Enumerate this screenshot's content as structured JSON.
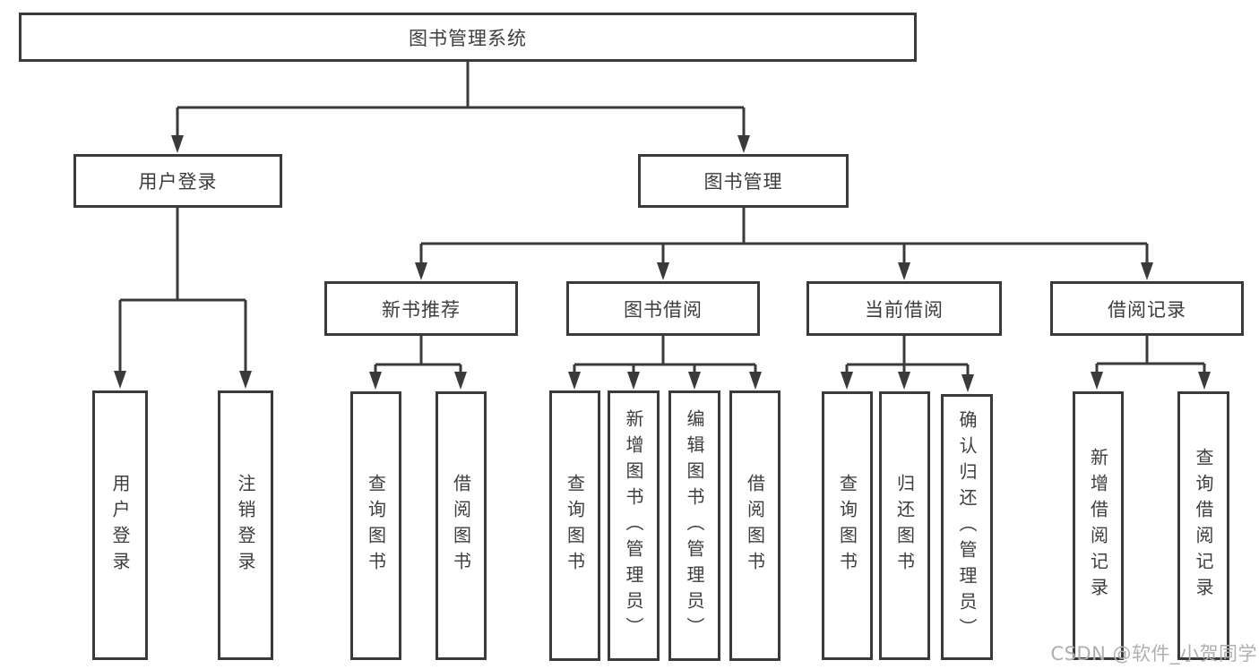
{
  "diagram": {
    "title": "图书管理系统",
    "nodes": {
      "root": {
        "label": "图书管理系统"
      },
      "user_login": {
        "label": "用户登录",
        "parent": "图书管理系统"
      },
      "book_mgmt": {
        "label": "图书管理",
        "parent": "图书管理系统"
      },
      "new_book": {
        "label": "新书推荐",
        "parent": "图书管理"
      },
      "borrow": {
        "label": "图书借阅",
        "parent": "图书管理"
      },
      "current": {
        "label": "当前借阅",
        "parent": "图书管理"
      },
      "record": {
        "label": "借阅记录",
        "parent": "图书管理"
      },
      "leaves": [
        {
          "label": "用户登录",
          "parent": "用户登录"
        },
        {
          "label": "注销登录",
          "parent": "用户登录"
        },
        {
          "label": "查询图书",
          "parent": "新书推荐"
        },
        {
          "label": "借阅图书",
          "parent": "新书推荐"
        },
        {
          "label": "查询图书",
          "parent": "图书借阅"
        },
        {
          "label": "新增图书（管理员）",
          "parent": "图书借阅"
        },
        {
          "label": "编辑图书（管理员）",
          "parent": "图书借阅"
        },
        {
          "label": "借阅图书",
          "parent": "图书借阅"
        },
        {
          "label": "查询图书",
          "parent": "当前借阅"
        },
        {
          "label": "归还图书",
          "parent": "当前借阅"
        },
        {
          "label": "确认归还（管理员）",
          "parent": "当前借阅"
        },
        {
          "label": "新增借阅记录",
          "parent": "借阅记录"
        },
        {
          "label": "查询借阅记录",
          "parent": "借阅记录"
        }
      ]
    }
  },
  "watermark": {
    "text": "CSDN @软件_小贺同学"
  },
  "colors": {
    "line": "#3a3a3a",
    "box_border": "#3a3a3a",
    "text": "#3d3d3d",
    "watermark": "#afafaf",
    "background": "#ffffff"
  }
}
